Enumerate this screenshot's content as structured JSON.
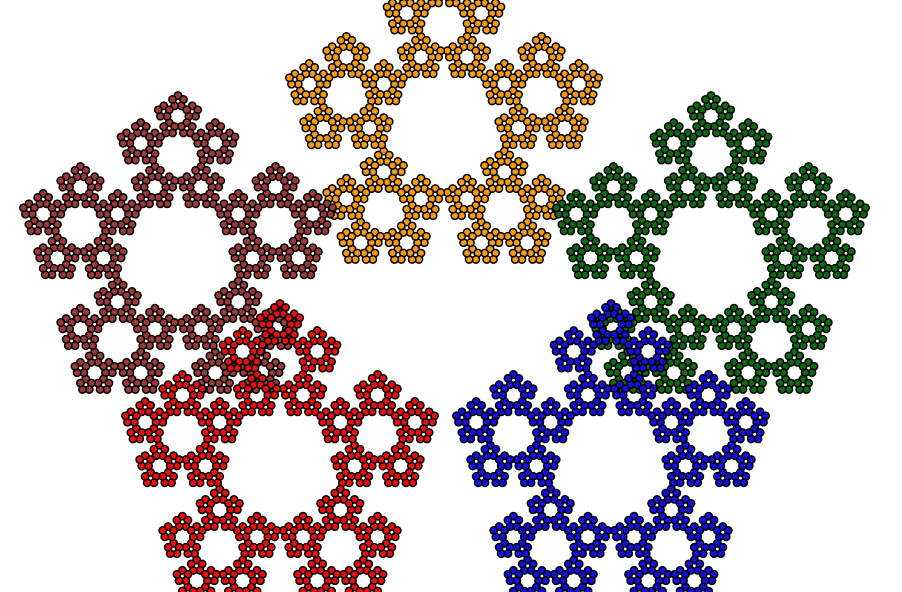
{
  "figure": {
    "description_shown_text": "",
    "background_color": "#ffffff",
    "outline_color": "#000000",
    "fractal": {
      "type": "pentaflake",
      "levels": 4,
      "pieces_per_level": 5,
      "ring_gap": "hollow-centre"
    },
    "clusters": [
      {
        "name": "top-cluster",
        "color": "#f59a13",
        "orientation": "point-up"
      },
      {
        "name": "left-cluster",
        "color": "#9c3a3a",
        "orientation": "point-up"
      },
      {
        "name": "right-cluster",
        "color": "#0f6b13",
        "orientation": "point-up"
      },
      {
        "name": "bottom-left-cluster",
        "color": "#e8110e",
        "orientation": "point-up"
      },
      {
        "name": "bottom-right-cluster",
        "color": "#1410e0",
        "orientation": "point-up"
      }
    ]
  }
}
